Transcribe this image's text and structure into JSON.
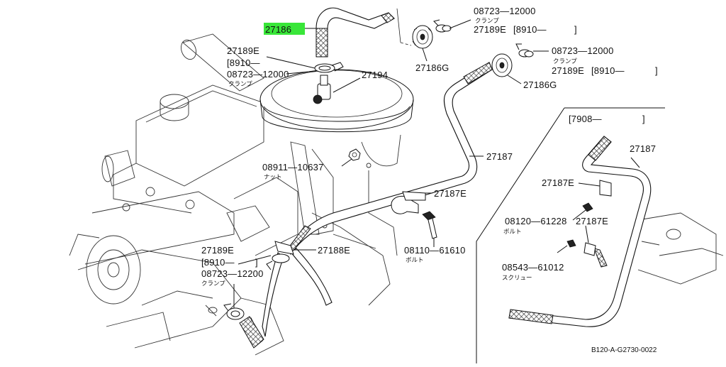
{
  "labels": {
    "p27186": "27186",
    "p27189E_a": "27189E",
    "p8910_a": "[8910—",
    "p08723_a": "08723—12000",
    "clamp_a": "クランプ",
    "p27194": "27194",
    "p08723_top": "08723—12000",
    "clamp_top": "クランプ",
    "p27189E_top": "27189E",
    "p8910_top": "[8910—",
    "br_top": "]",
    "p27186G_a": "27186G",
    "p08723_mid": "08723—12000",
    "clamp_mid": "クランプ",
    "p27189E_mid": "27189E",
    "p8910_mid": "[8910—",
    "br_mid": "]",
    "p27186G_b": "27186G",
    "p27187_mid": "27187",
    "p08911": "08911—10637",
    "nut": "ナット",
    "p27187E_a": "27187E",
    "p27189E_b": "27189E",
    "p8910_b": "[8910—",
    "br_b": "]",
    "p08723_b": "08723—12200",
    "clamp_b": "クランプ",
    "p27188E": "27188E",
    "p08110": "08110—61610",
    "bolt_a": "ボルト",
    "inset_range": "[7908—",
    "inset_br": "]",
    "p27187_inset": "27187",
    "p27187E_b": "27187E",
    "p08120": "08120—61228",
    "bolt_b": "ボルト",
    "p27187E_c": "27187E",
    "p08543": "08543—61012",
    "screw": "スクリュー",
    "diagram_id": "B120-A-G2730-0022"
  },
  "colors": {
    "highlight": "#39e639",
    "line": "#111111",
    "background": "#ffffff"
  }
}
